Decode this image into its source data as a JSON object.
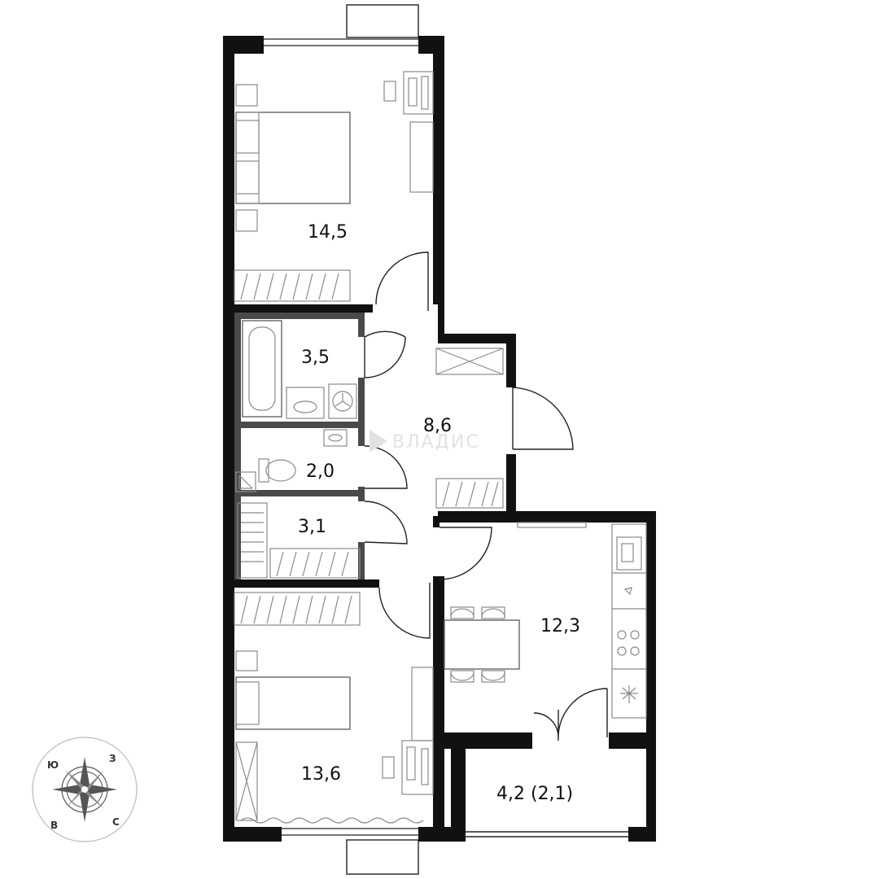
{
  "watermark": "ВЛАДИС",
  "rooms": [
    {
      "id": "bedroom-top",
      "area": "14,5"
    },
    {
      "id": "bathroom",
      "area": "3,5"
    },
    {
      "id": "hallway",
      "area": "8,6"
    },
    {
      "id": "toilet",
      "area": "2,0"
    },
    {
      "id": "storage",
      "area": "3,1"
    },
    {
      "id": "kitchen",
      "area": "12,3"
    },
    {
      "id": "bedroom-bottom",
      "area": "13,6"
    },
    {
      "id": "balcony",
      "area": "4,2 (2,1)"
    }
  ],
  "compass": {
    "north": "З",
    "west": "Ю",
    "south": "В",
    "east": "С"
  }
}
